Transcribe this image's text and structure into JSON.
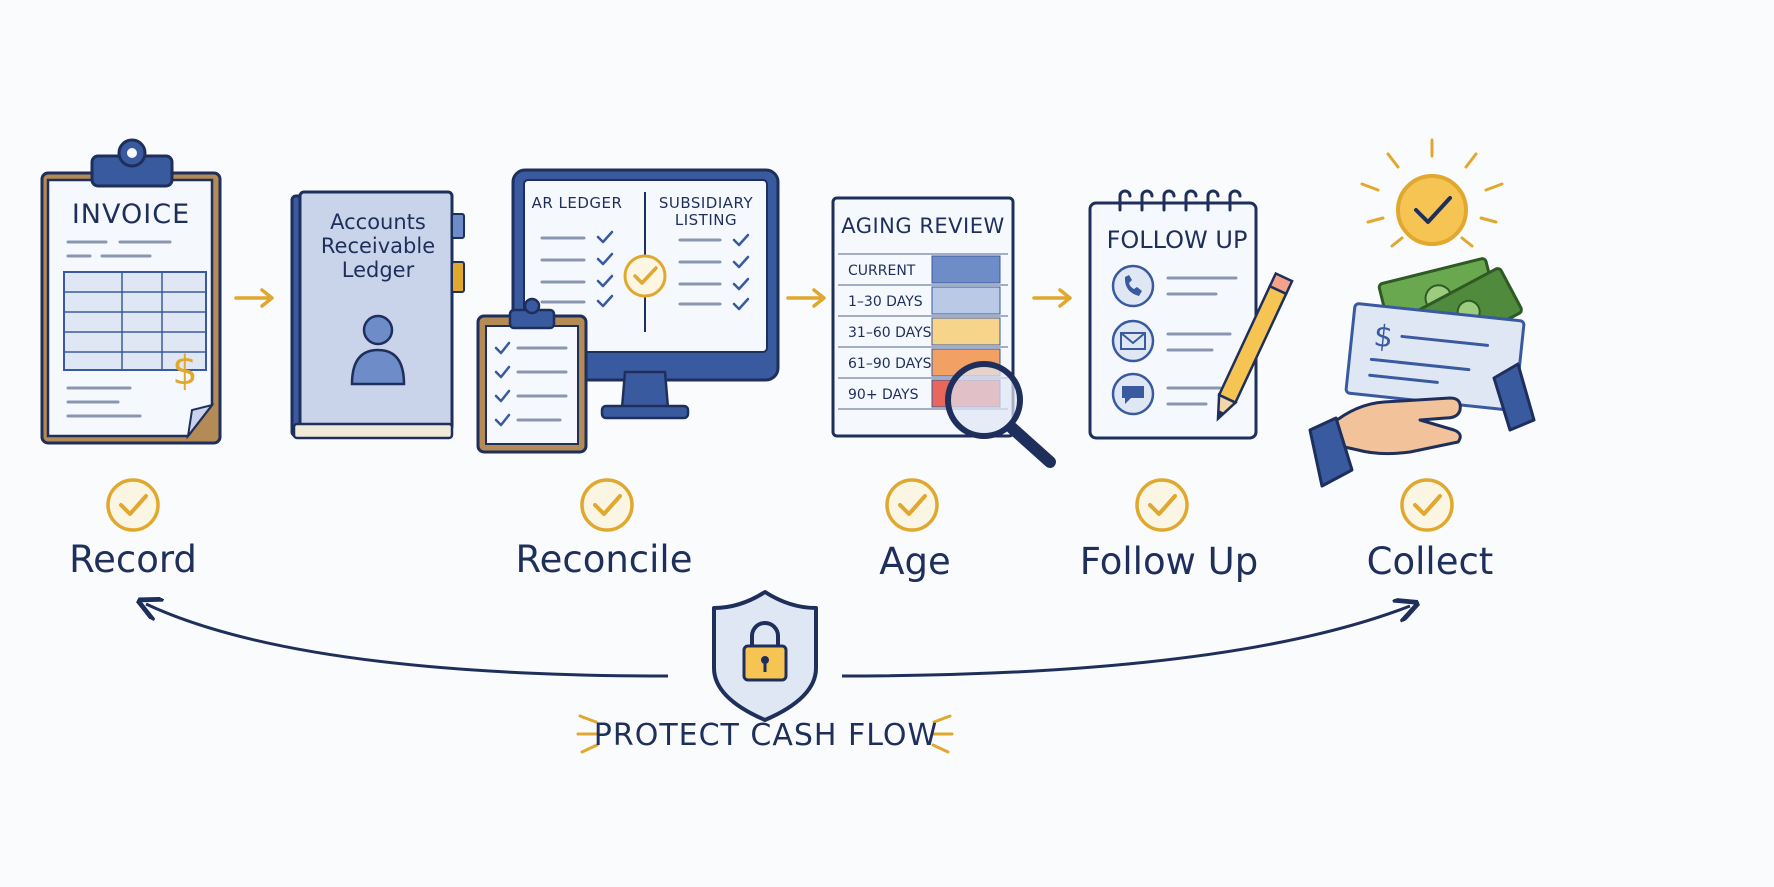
{
  "steps": [
    {
      "label": "Record"
    },
    {
      "label": "Reconcile"
    },
    {
      "label": "Age"
    },
    {
      "label": "Follow Up"
    },
    {
      "label": "Collect"
    }
  ],
  "invoice": {
    "title": "INVOICE",
    "currency_symbol": "$"
  },
  "ledger": {
    "lines": [
      "Accounts",
      "Receivable",
      "Ledger"
    ]
  },
  "monitor": {
    "left_header": "AR LEDGER",
    "right_header_lines": [
      "SUBSIDIARY",
      "LISTING"
    ]
  },
  "aging": {
    "title": "AGING REVIEW",
    "rows": [
      {
        "label": "CURRENT",
        "color": "#6e8cc8"
      },
      {
        "label": "1–30 DAYS",
        "color": "#b9c9e6"
      },
      {
        "label": "31–60 DAYS",
        "color": "#f6d48a"
      },
      {
        "label": "61–90 DAYS",
        "color": "#f2a064"
      },
      {
        "label": "90+ DAYS",
        "color": "#e8675a"
      }
    ]
  },
  "notepad": {
    "title": "FOLLOW UP",
    "contact_icons": [
      "phone-icon",
      "envelope-icon",
      "chat-bubble-icon"
    ]
  },
  "check": {
    "currency_symbol": "$"
  },
  "footer": {
    "label": "PROTECT CASH FLOW",
    "icon": "lock-shield-icon"
  },
  "colors": {
    "navy": "#1f2f5c",
    "blue": "#3a5aa0",
    "pale_blue": "#dfe7f5",
    "gold": "#e0a82e",
    "green": "#4f8a3d",
    "skin": "#f2c29b"
  }
}
